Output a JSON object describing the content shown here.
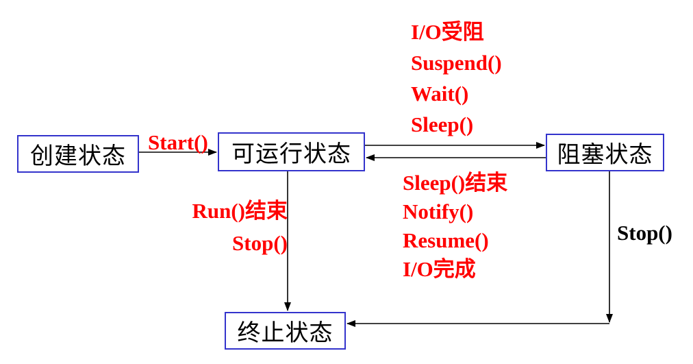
{
  "colors": {
    "node_border": "#3333cc",
    "label_red": "#ff0000",
    "line_black": "#000000",
    "background": "#ffffff"
  },
  "nodes": {
    "create": {
      "label": "创建状态"
    },
    "runnable": {
      "label": "可运行状态"
    },
    "blocked": {
      "label": "阻塞状态"
    },
    "terminated": {
      "label": "终止状态"
    }
  },
  "edges": {
    "create_to_runnable": {
      "label": "Start()"
    },
    "runnable_to_blocked": {
      "lines": [
        "I/O受阻",
        "Suspend()",
        "Wait()",
        "Sleep()"
      ]
    },
    "blocked_to_runnable": {
      "lines": [
        "Sleep()结束",
        "Notify()",
        "Resume()",
        "I/O完成"
      ]
    },
    "runnable_to_terminated": {
      "lines": [
        "Run()结束",
        "Stop()"
      ]
    },
    "blocked_to_terminated": {
      "label": "Stop()"
    }
  }
}
